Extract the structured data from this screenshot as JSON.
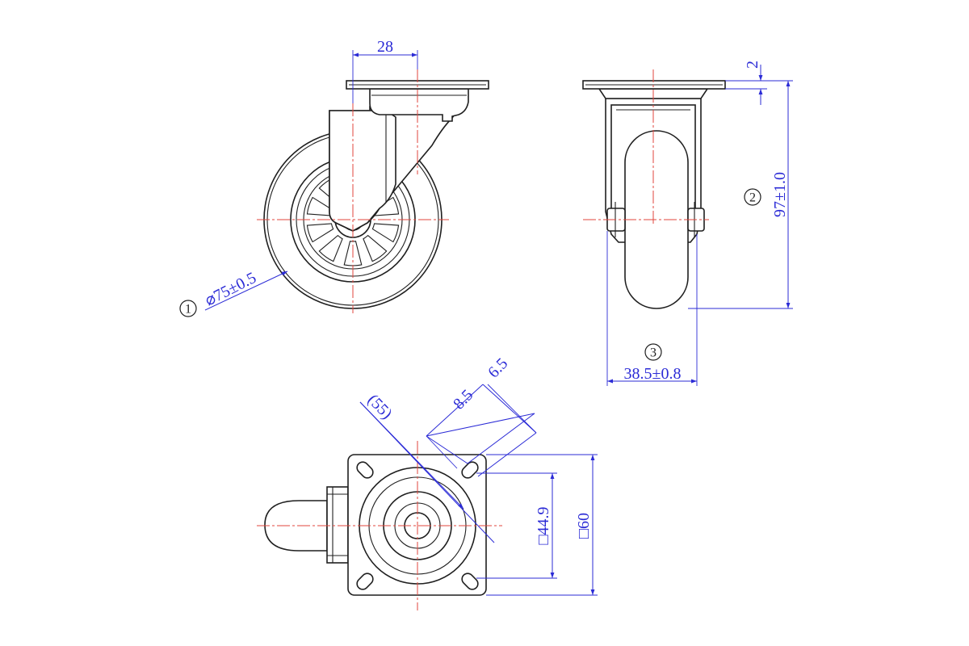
{
  "dimensions": {
    "plate_offset": "28",
    "plate_thickness": "2",
    "wheel_diameter": "⌀75±0.5",
    "total_height": "97±1.0",
    "wheel_width": "38.5±0.8",
    "hole_spacing_diagonal": "(55)",
    "hole_slot_length": "8.5",
    "hole_diameter": "6.5",
    "hole_pitch": "□44.9",
    "plate_size": "□60"
  },
  "callouts": {
    "c1": "1",
    "c2": "2",
    "c3": "3"
  },
  "colors": {
    "outline": "#1f1f1f",
    "centerline": "#e0463c",
    "dimension": "#2b2bd6"
  }
}
